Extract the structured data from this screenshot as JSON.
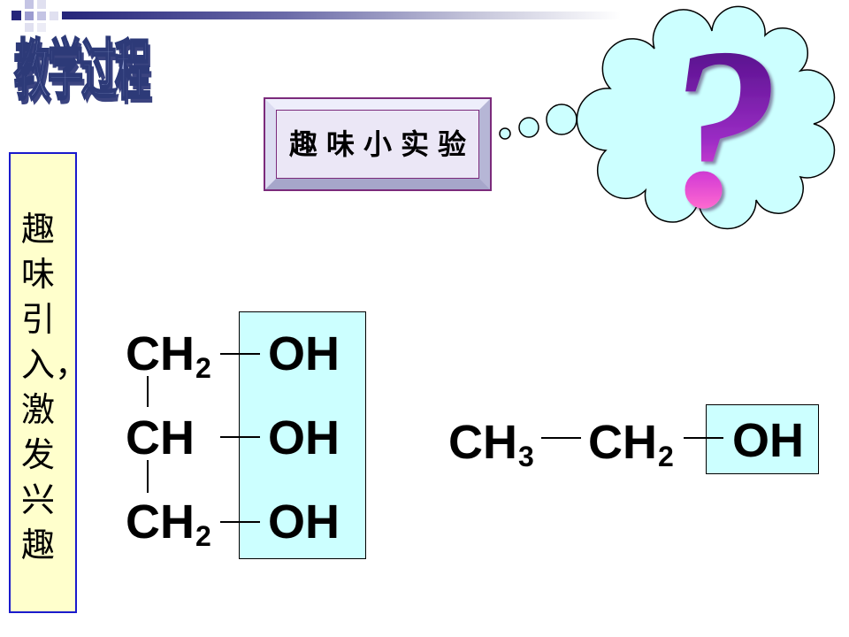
{
  "slide": {
    "title": "教学过程"
  },
  "experiment": {
    "label": "趣味小实验"
  },
  "side_note": {
    "text": "趣味引入，激发兴趣"
  },
  "formula_left": {
    "rows": [
      {
        "group": "CH",
        "sub": "2",
        "func": "OH"
      },
      {
        "group": "CH",
        "func": "OH"
      },
      {
        "group": "CH",
        "sub": "2",
        "func": "OH"
      }
    ]
  },
  "formula_right": {
    "groups": [
      {
        "group": "CH",
        "sub": "3"
      },
      {
        "group": "CH",
        "sub": "2"
      }
    ],
    "func": "OH"
  },
  "thought_bubble": {
    "symbol": "?",
    "icon": "question-mark-icon"
  },
  "colors": {
    "highlight_fill": "#ccffff",
    "note_fill": "#ffffcc",
    "note_border": "#1a1acc",
    "frame_purple": "#7b2a7b",
    "title_color": "#8692c4",
    "accent_navy": "#25257a"
  }
}
